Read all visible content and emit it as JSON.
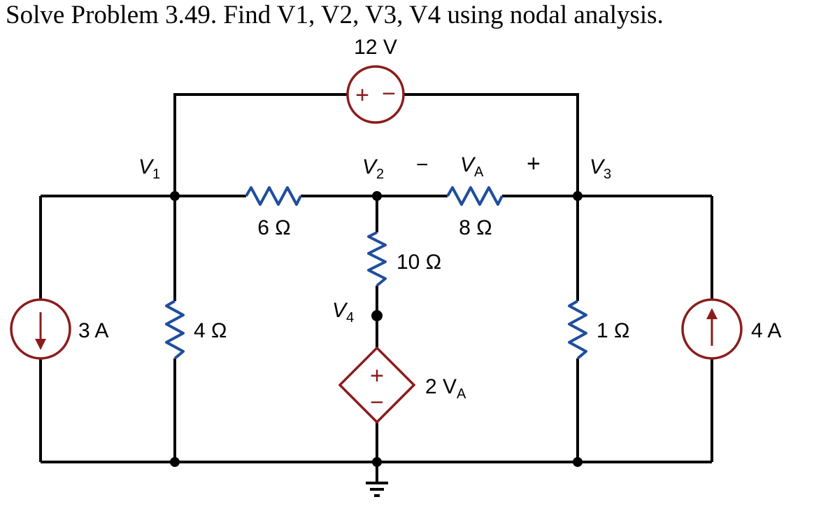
{
  "problem_text": "Solve Problem 3.49. Find V1, V2, V3, V4 using nodal analysis.",
  "sources": {
    "voltage_top": {
      "value": "12 V",
      "polarity_plus": "+",
      "polarity_minus": "−"
    },
    "current_left": {
      "value": "3 A",
      "direction": "down"
    },
    "current_right": {
      "value": "4 A",
      "direction": "up"
    },
    "dependent": {
      "value": "2 V",
      "value_sub": "A",
      "polarity_plus": "+",
      "polarity_minus": "−"
    }
  },
  "resistors": {
    "r6": "6 Ω",
    "r8": "8 Ω",
    "r10": "10 Ω",
    "r4": "4 Ω",
    "r1": "1 Ω"
  },
  "nodes": {
    "v1": {
      "main": "V",
      "sub": "1"
    },
    "v2": {
      "main": "V",
      "sub": "2"
    },
    "v3": {
      "main": "V",
      "sub": "3"
    },
    "v4": {
      "main": "V",
      "sub": "4"
    }
  },
  "va_label": {
    "minus": "−",
    "main": "V",
    "sub": "A",
    "plus": "+"
  },
  "colors": {
    "resistor": "#1f4e9c",
    "source": "#8b1c1c",
    "wire": "#000000"
  }
}
